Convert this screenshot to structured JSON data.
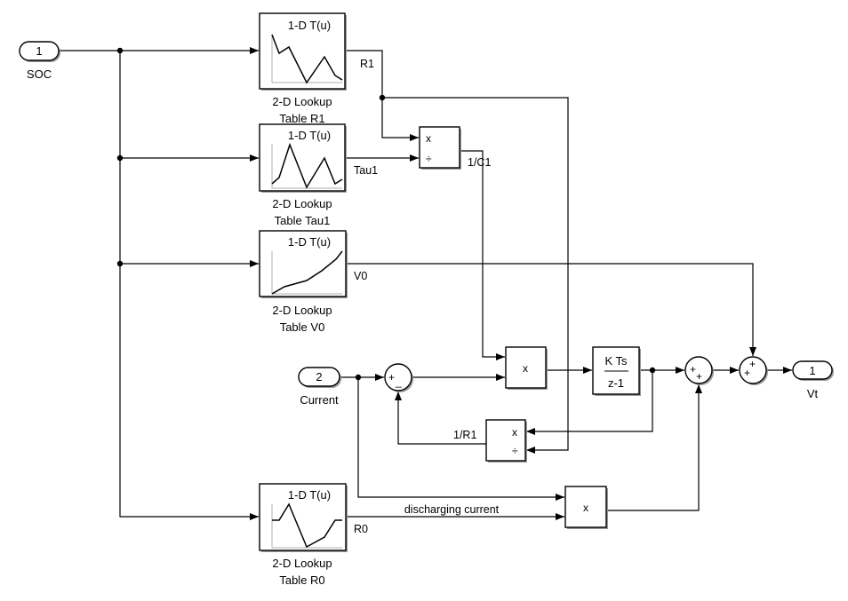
{
  "diagram": {
    "type": "simulink-block-diagram",
    "inports": [
      {
        "number": "1",
        "label": "SOC"
      },
      {
        "number": "2",
        "label": "Current"
      }
    ],
    "outports": [
      {
        "number": "1",
        "label": "Vt"
      }
    ],
    "lookup_tables": [
      {
        "icon_title": "1-D T(u)",
        "name_line1": "2-D Lookup",
        "name_line2": "Table R1",
        "output_signal": "R1"
      },
      {
        "icon_title": "1-D T(u)",
        "name_line1": "2-D Lookup",
        "name_line2": "Table Tau1",
        "output_signal": "Tau1"
      },
      {
        "icon_title": "1-D T(u)",
        "name_line1": "2-D Lookup",
        "name_line2": "Table V0",
        "output_signal": "V0"
      },
      {
        "icon_title": "1-D T(u)",
        "name_line1": "2-D Lookup",
        "name_line2": "Table R0",
        "output_signal": "R0"
      }
    ],
    "divide_blocks": [
      {
        "port_multiply": "x",
        "port_divide": "÷",
        "output_signal": "1/C1"
      },
      {
        "port_multiply": "x",
        "port_divide": "÷",
        "output_signal": "1/R1"
      }
    ],
    "product_blocks": [
      {
        "symbol": "x"
      },
      {
        "symbol": "x"
      }
    ],
    "integrator": {
      "numerator": "K Ts",
      "denominator": "z-1"
    },
    "sums": [
      {
        "signs": [
          "+",
          "_"
        ]
      },
      {
        "signs": [
          "+",
          "+"
        ]
      },
      {
        "signs": [
          "+",
          "+"
        ]
      }
    ],
    "signal_labels": {
      "discharging_current": "discharging current"
    }
  }
}
